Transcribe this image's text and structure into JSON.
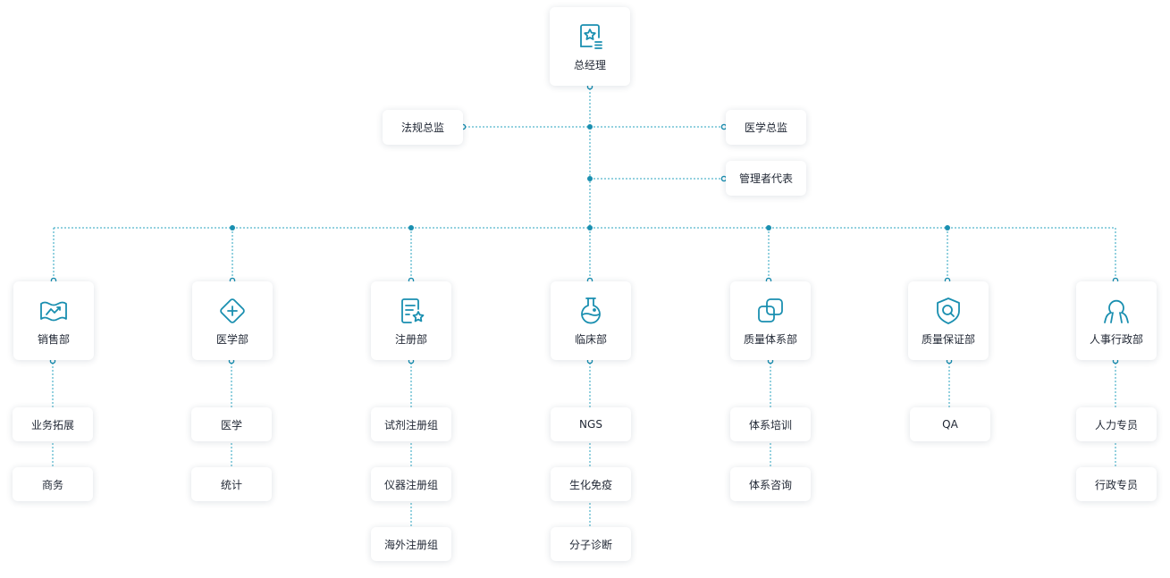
{
  "colors": {
    "accent": "#1a8fb0",
    "line": "#2aa3bf",
    "text": "#1f2633"
  },
  "top": {
    "label": "总经理",
    "icon": "badge-star-icon"
  },
  "staff": {
    "left": "法规总监",
    "right": "医学总监",
    "rep": "管理者代表"
  },
  "departments": [
    {
      "label": "销售部",
      "icon": "map-trend-icon",
      "subs": [
        "业务拓展",
        "商务"
      ]
    },
    {
      "label": "医学部",
      "icon": "diamond-plus-icon",
      "subs": [
        "医学",
        "统计"
      ]
    },
    {
      "label": "注册部",
      "icon": "document-star-icon",
      "subs": [
        "试剂注册组",
        "仪器注册组",
        "海外注册组"
      ]
    },
    {
      "label": "临床部",
      "icon": "flask-icon",
      "subs": [
        "NGS",
        "生化免疫",
        "分子诊断"
      ]
    },
    {
      "label": "质量体系部",
      "icon": "overlap-squares-icon",
      "subs": [
        "体系培训",
        "体系咨询"
      ]
    },
    {
      "label": "质量保证部",
      "icon": "shield-search-icon",
      "subs": [
        "QA"
      ]
    },
    {
      "label": "人事行政部",
      "icon": "people-icon",
      "subs": [
        "人力专员",
        "行政专员"
      ]
    }
  ]
}
